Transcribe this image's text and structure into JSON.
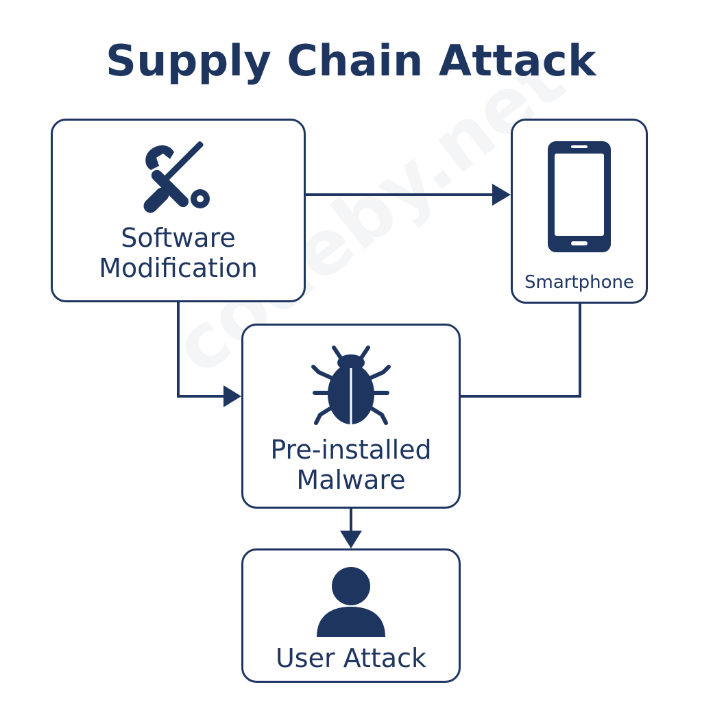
{
  "title": "Supply Chain Attack",
  "nodes": {
    "software": {
      "label_line1": "Software",
      "label_line2": "Modification",
      "icon": "wrench-screwdriver-icon"
    },
    "smartphone": {
      "label": "Smartphone",
      "icon": "smartphone-icon"
    },
    "malware": {
      "label_line1": "Pre-installed",
      "label_line2": "Malware",
      "icon": "bug-icon"
    },
    "user": {
      "label": "User Attack",
      "icon": "user-icon"
    }
  },
  "watermark": "codeby.net",
  "colors": {
    "primary": "#1e3560",
    "background": "#ffffff"
  }
}
